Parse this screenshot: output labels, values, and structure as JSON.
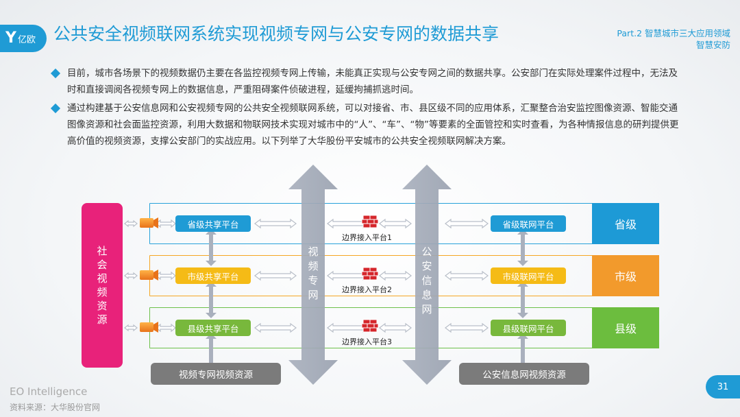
{
  "header": {
    "logo_mark": "Y",
    "logo_text": "亿欧",
    "title": "公共安全视频联网系统实现视频专网与公安专网的数据共享",
    "part_line1": "Part.2 智慧城市三大应用领域",
    "part_line2": "智慧安防"
  },
  "bullets": [
    "目前，城市各场景下的视频数据仍主要在各监控视频专网上传输，未能真正实现与公安专网之间的数据共享。公安部门在实际处理案件过程中，无法及时和直接调阅各视频专网上的数据信息，严重阻碍案件侦破进程，延缓拘捕抓逃时间。",
    "通过构建基于公安信息网和公安视频专网的公共安全视频联网系统，可以对接省、市、县区级不同的应用体系，汇聚整合治安监控图像资源、智能交通图像资源和社会面监控资源，利用大数据和物联网技术实现对城市中的“人”、“车”、“物”等要素的全面管控和实时查看，为各种情报信息的研判提供更高价值的视频资源，支撑公安部门的实战应用。以下列举了大华股份平安城市的公共安全视频联网解决方案。"
  ],
  "diagram": {
    "social_source": "社会视频资源",
    "video_net": "视频专网",
    "police_net": "公安信息网",
    "levels": [
      {
        "left_node": "省级共享平台",
        "edge": "边界接入平台1",
        "right_node": "省级联网平台",
        "label": "省级"
      },
      {
        "left_node": "市级共享平台",
        "edge": "边界接入平台2",
        "right_node": "市级联网平台",
        "label": "市级"
      },
      {
        "left_node": "县级共享平台",
        "edge": "边界接入平台3",
        "right_node": "县级联网平台",
        "label": "县级"
      }
    ],
    "bottom_left": "视频专网视频资源",
    "bottom_right": "公安信息网视频资源",
    "colors": {
      "blue": "#1f9bd5",
      "orange": "#f29a2c",
      "green": "#6cbd3e",
      "pink": "#e8227a",
      "grey": "#7b7b7b"
    }
  },
  "footer": {
    "brand": "EO Intelligence",
    "source": "资料来源：大华股份官网",
    "page": "31"
  }
}
